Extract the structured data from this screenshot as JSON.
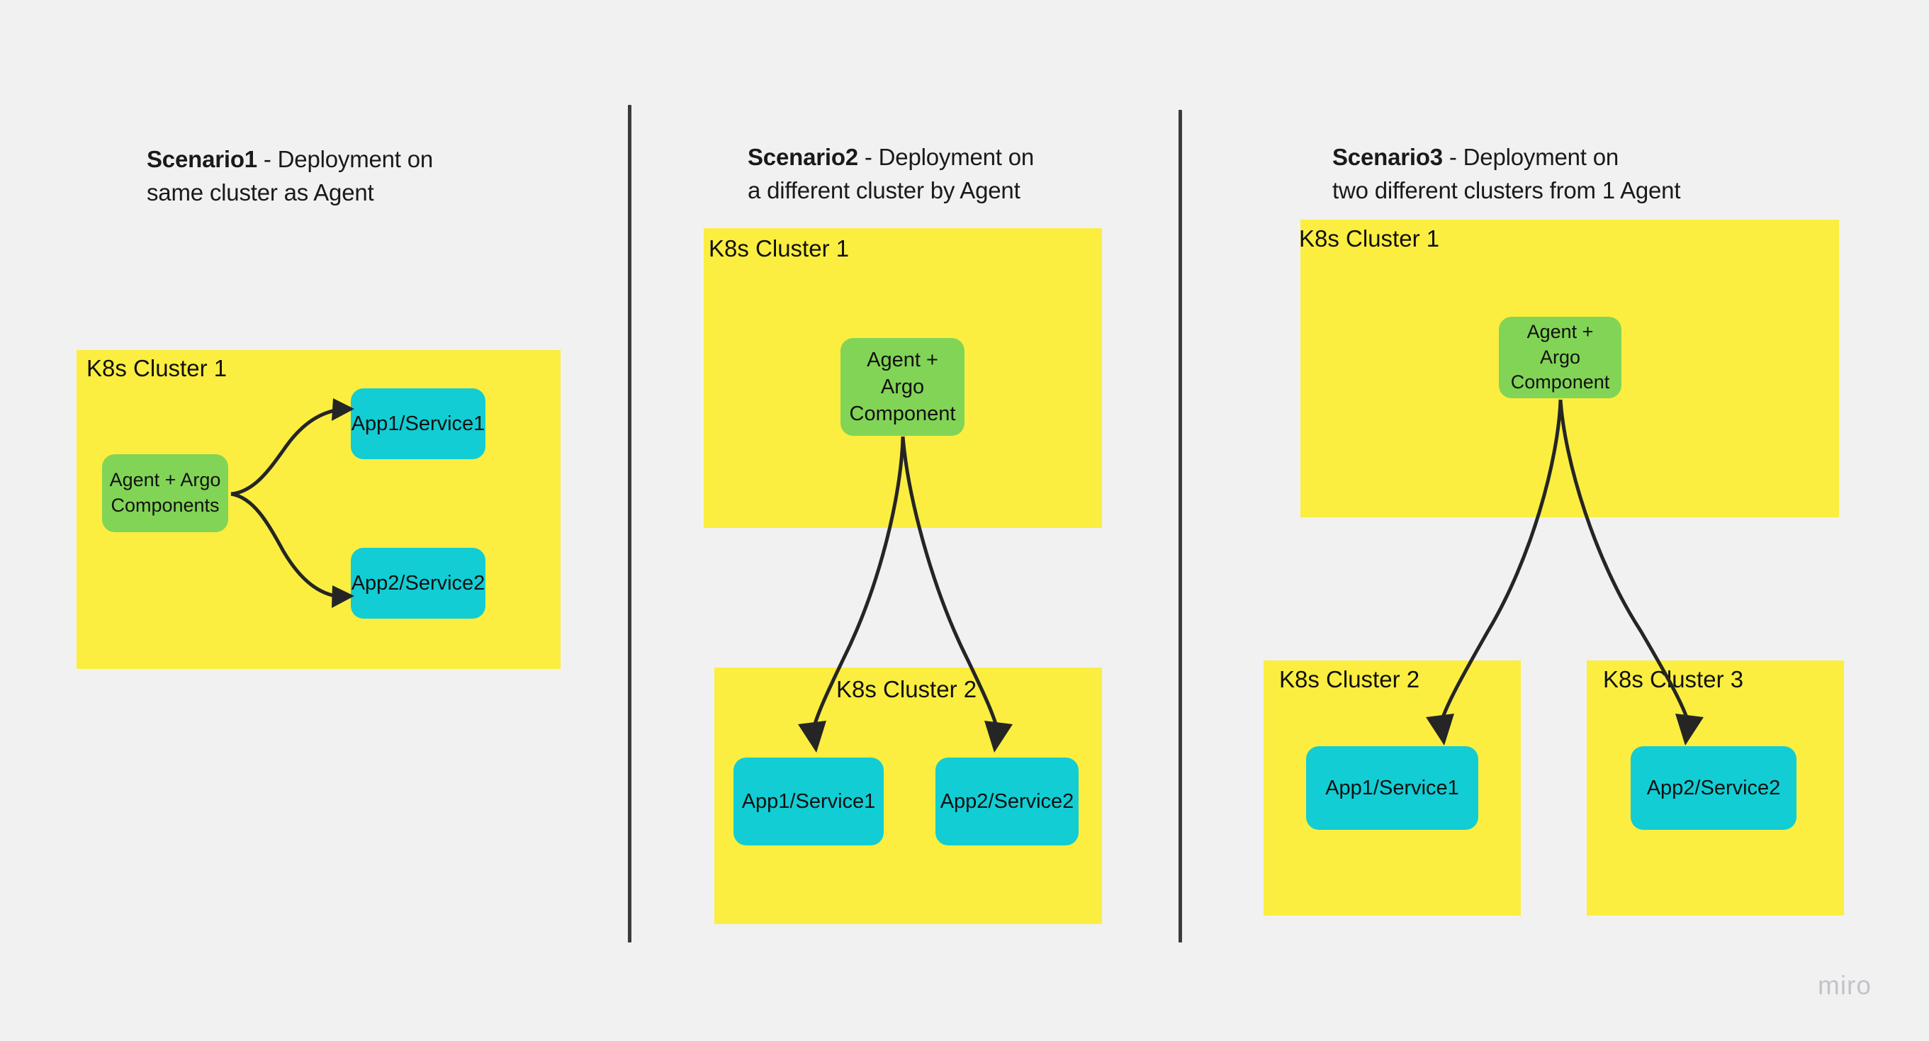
{
  "page": {
    "background_color": "#F1F1F1",
    "watermark": "miro",
    "watermark_color": "#C2C2CB"
  },
  "palette": {
    "cluster_yellow": "#FBEE40",
    "agent_green": "#82D456",
    "app_cyan": "#12CDD4",
    "arrow_dark": "#252525",
    "divider_dark": "#3B3B3B",
    "text_dark": "#111111"
  },
  "scenarios": [
    {
      "id": "scenario-1",
      "title_bold": "Scenario1",
      "title_rest": " - Deployment on\nsame cluster as Agent",
      "clusters": [
        {
          "id": "s1-cluster-1",
          "label": "K8s Cluster 1"
        }
      ],
      "nodes": [
        {
          "id": "s1-agent",
          "type": "agent",
          "label": "Agent + Argo\nComponents"
        },
        {
          "id": "s1-app1",
          "type": "app",
          "label": "App1/Service1"
        },
        {
          "id": "s1-app2",
          "type": "app",
          "label": "App2/Service2"
        }
      ],
      "edges": [
        {
          "from": "s1-agent",
          "to": "s1-app1"
        },
        {
          "from": "s1-agent",
          "to": "s1-app2"
        }
      ]
    },
    {
      "id": "scenario-2",
      "title_bold": "Scenario2",
      "title_rest": " - Deployment on\na different cluster by Agent",
      "clusters": [
        {
          "id": "s2-cluster-1",
          "label": "K8s Cluster 1"
        },
        {
          "id": "s2-cluster-2",
          "label": "K8s Cluster 2"
        }
      ],
      "nodes": [
        {
          "id": "s2-agent",
          "type": "agent",
          "label": "Agent +\nArgo\nComponent"
        },
        {
          "id": "s2-app1",
          "type": "app",
          "label": "App1/Service1"
        },
        {
          "id": "s2-app2",
          "type": "app",
          "label": "App2/Service2"
        }
      ],
      "edges": [
        {
          "from": "s2-agent",
          "to": "s2-app1"
        },
        {
          "from": "s2-agent",
          "to": "s2-app2"
        }
      ]
    },
    {
      "id": "scenario-3",
      "title_bold": "Scenario3",
      "title_rest": " - Deployment on\ntwo different clusters from 1 Agent",
      "clusters": [
        {
          "id": "s3-cluster-1",
          "label": "K8s Cluster 1"
        },
        {
          "id": "s3-cluster-2",
          "label": "K8s Cluster 2"
        },
        {
          "id": "s3-cluster-3",
          "label": "K8s Cluster 3"
        }
      ],
      "nodes": [
        {
          "id": "s3-agent",
          "type": "agent",
          "label": "Agent +\nArgo\nComponent"
        },
        {
          "id": "s3-app1",
          "type": "app",
          "label": "App1/Service1"
        },
        {
          "id": "s3-app2",
          "type": "app",
          "label": "App2/Service2"
        }
      ],
      "edges": [
        {
          "from": "s3-agent",
          "to": "s3-app1"
        },
        {
          "from": "s3-agent",
          "to": "s3-app2"
        }
      ]
    }
  ]
}
